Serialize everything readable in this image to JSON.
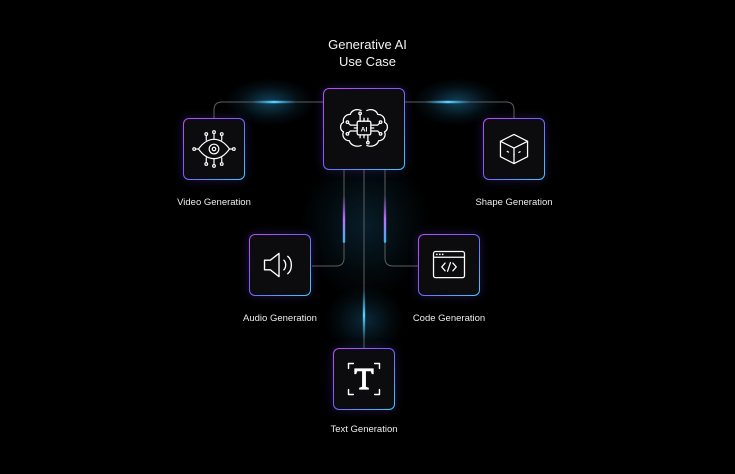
{
  "diagram": {
    "title_line1": "Generative AI",
    "title_line2": "Use Case",
    "center": {
      "icon": "ai-brain-chip-icon"
    },
    "nodes": [
      {
        "id": "video",
        "label": "Video Generation",
        "icon": "eye-network-icon"
      },
      {
        "id": "shape",
        "label": "Shape Generation",
        "icon": "cube-icon"
      },
      {
        "id": "audio",
        "label": "Audio Generation",
        "icon": "speaker-icon"
      },
      {
        "id": "code",
        "label": "Code Generation",
        "icon": "code-window-icon"
      },
      {
        "id": "text",
        "label": "Text Generation",
        "icon": "text-t-icon"
      }
    ]
  },
  "colors": {
    "background": "#000000",
    "border_start": "#c04bff",
    "border_end": "#39d0ff",
    "connector": "#6a6a6a",
    "glow": "#2fb8ff"
  }
}
